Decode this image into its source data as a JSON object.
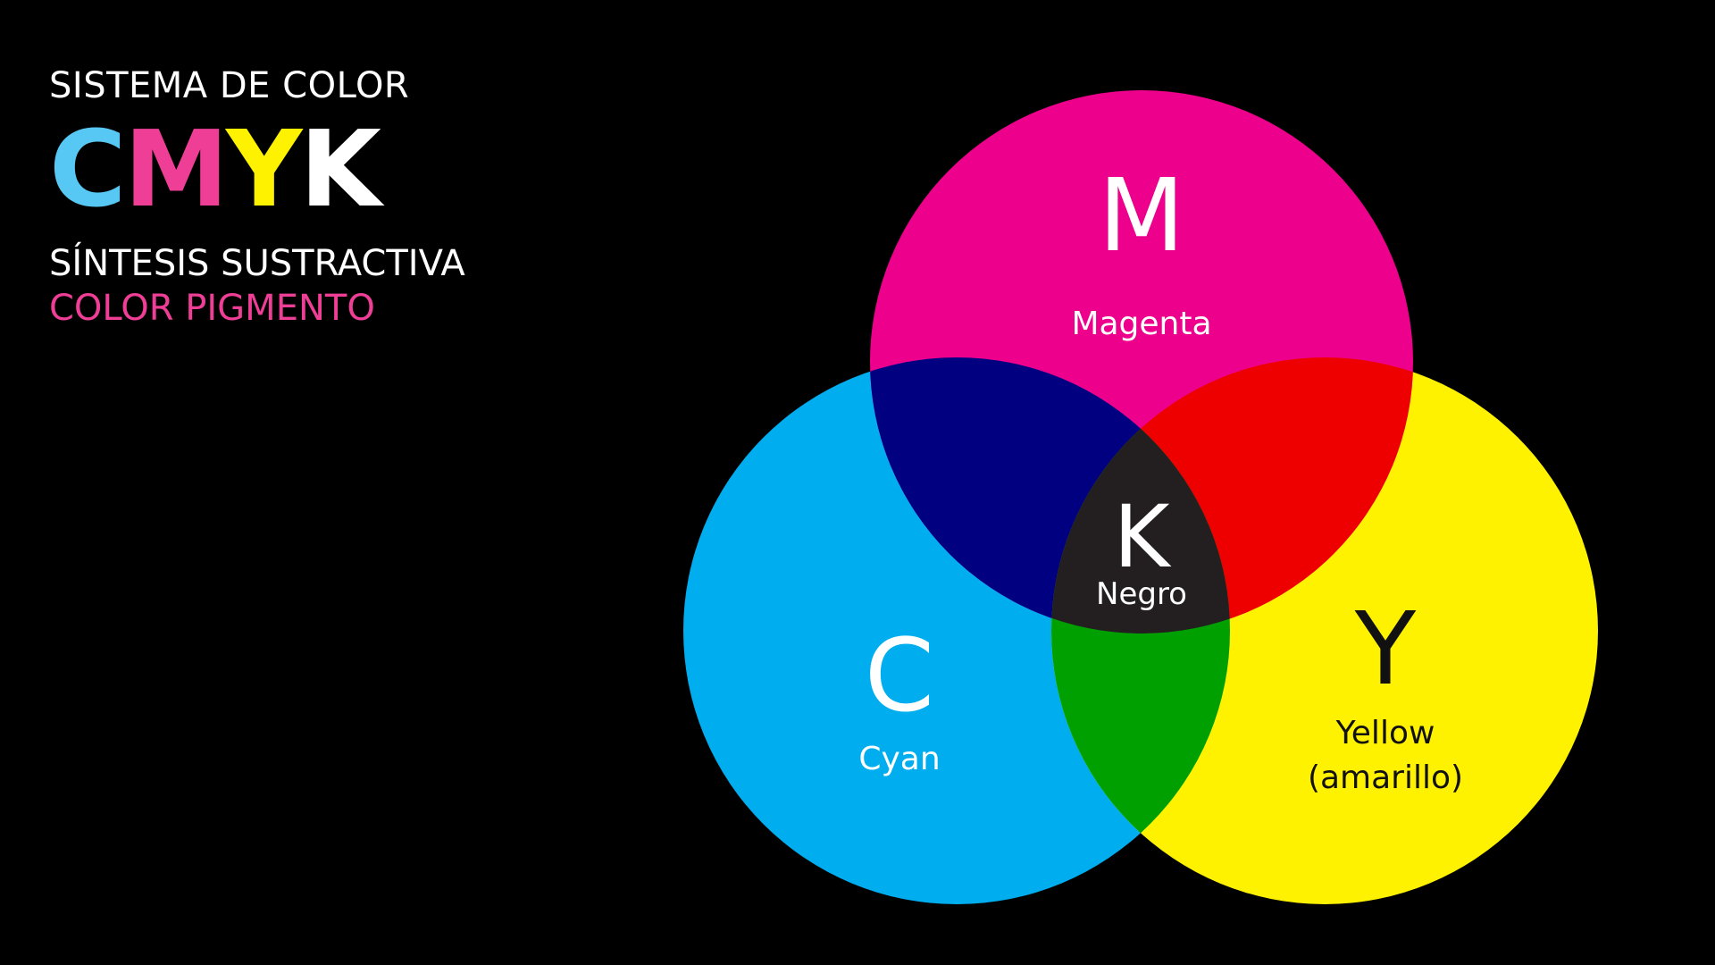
{
  "header": {
    "system_title": "SISTEMA DE COLOR",
    "model_letters": [
      {
        "letter": "C",
        "color": "#57c8f3"
      },
      {
        "letter": "M",
        "color": "#ef3e96"
      },
      {
        "letter": "Y",
        "color": "#fff200"
      },
      {
        "letter": "K",
        "color": "#ffffff"
      }
    ],
    "subtitle": "SÍNTESIS SUSTRACTIVA",
    "subtitle2": "COLOR PIGMENTO",
    "subtitle2_color": "#ef3e96"
  },
  "diagram": {
    "circles": {
      "magenta": {
        "letter": "M",
        "label": "Magenta",
        "color": "#ec008c"
      },
      "cyan": {
        "letter": "C",
        "label": "Cyan",
        "color": "#00aeef"
      },
      "yellow": {
        "letter": "Y",
        "label_line1": "Yellow",
        "label_line2": "(amarillo)",
        "color": "#fff200"
      }
    },
    "overlaps": {
      "magenta_cyan": {
        "color": "#000080"
      },
      "magenta_yellow": {
        "color": "#ee0000"
      },
      "cyan_yellow": {
        "color": "#00a000"
      },
      "center": {
        "letter": "K",
        "label": "Negro",
        "color": "#231f20"
      }
    }
  }
}
